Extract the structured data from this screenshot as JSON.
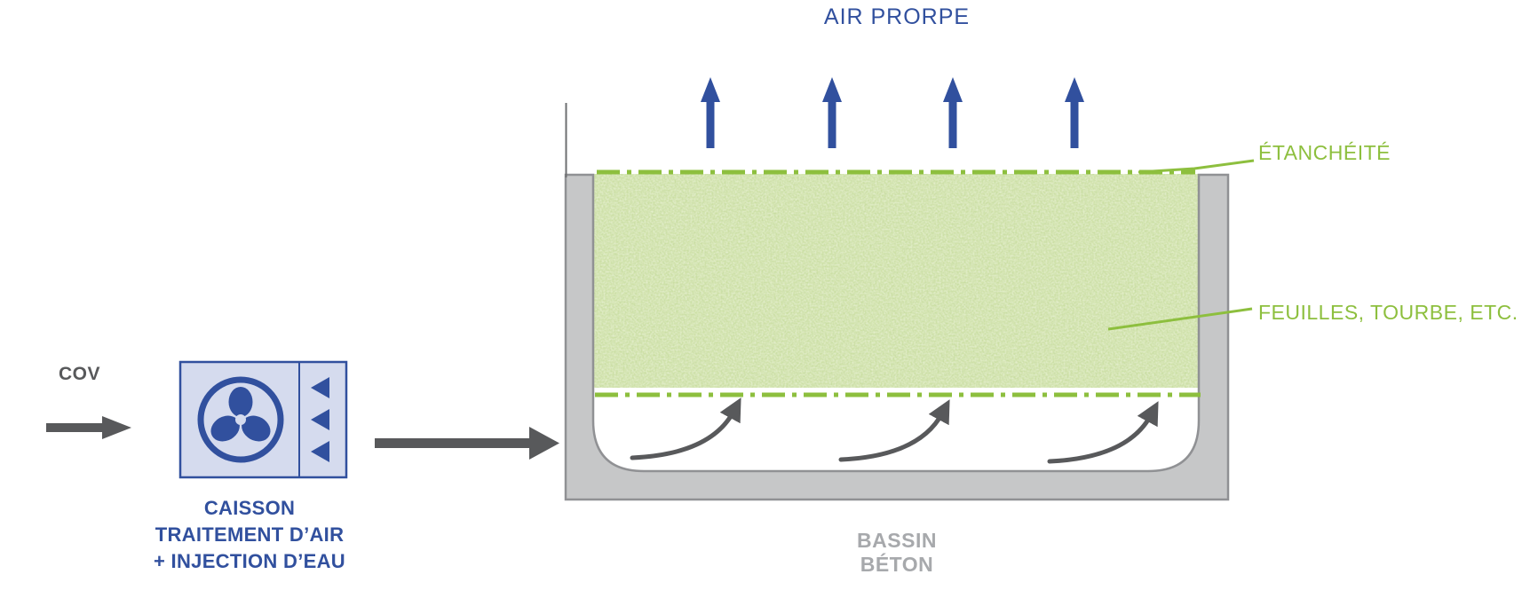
{
  "diagram": {
    "title": "AIR PRORPE",
    "source_label": "COV",
    "unit": {
      "caption_lines": [
        "CAISSON",
        "TRAITEMENT D’AIR",
        "+ INJECTION D’EAU"
      ]
    },
    "basin": {
      "caption_lines": [
        "BASSIN",
        "BÉTON"
      ],
      "layer_labels": {
        "seal": "ÉTANCHÉITÉ",
        "media": "FEUILLES, TOURBE, ETC."
      }
    },
    "icons": {
      "fan": "fan-icon",
      "louvers": "louver-triangles-icon",
      "clean_air": "up-arrow-icon",
      "flow": "right-arrow-icon",
      "airflow": "curved-arrow-icon"
    },
    "colors": {
      "blue": "#31509e",
      "light_blue": "#d5dbee",
      "green": "#8dbf3e",
      "media_green": "#d4e4af",
      "wall_gray": "#c6c7c8",
      "wall_edge_gray": "#909194",
      "arrow_gray": "#58595b",
      "caption_gray": "#a7a9ac",
      "line_gray": "#6e6f71"
    }
  }
}
